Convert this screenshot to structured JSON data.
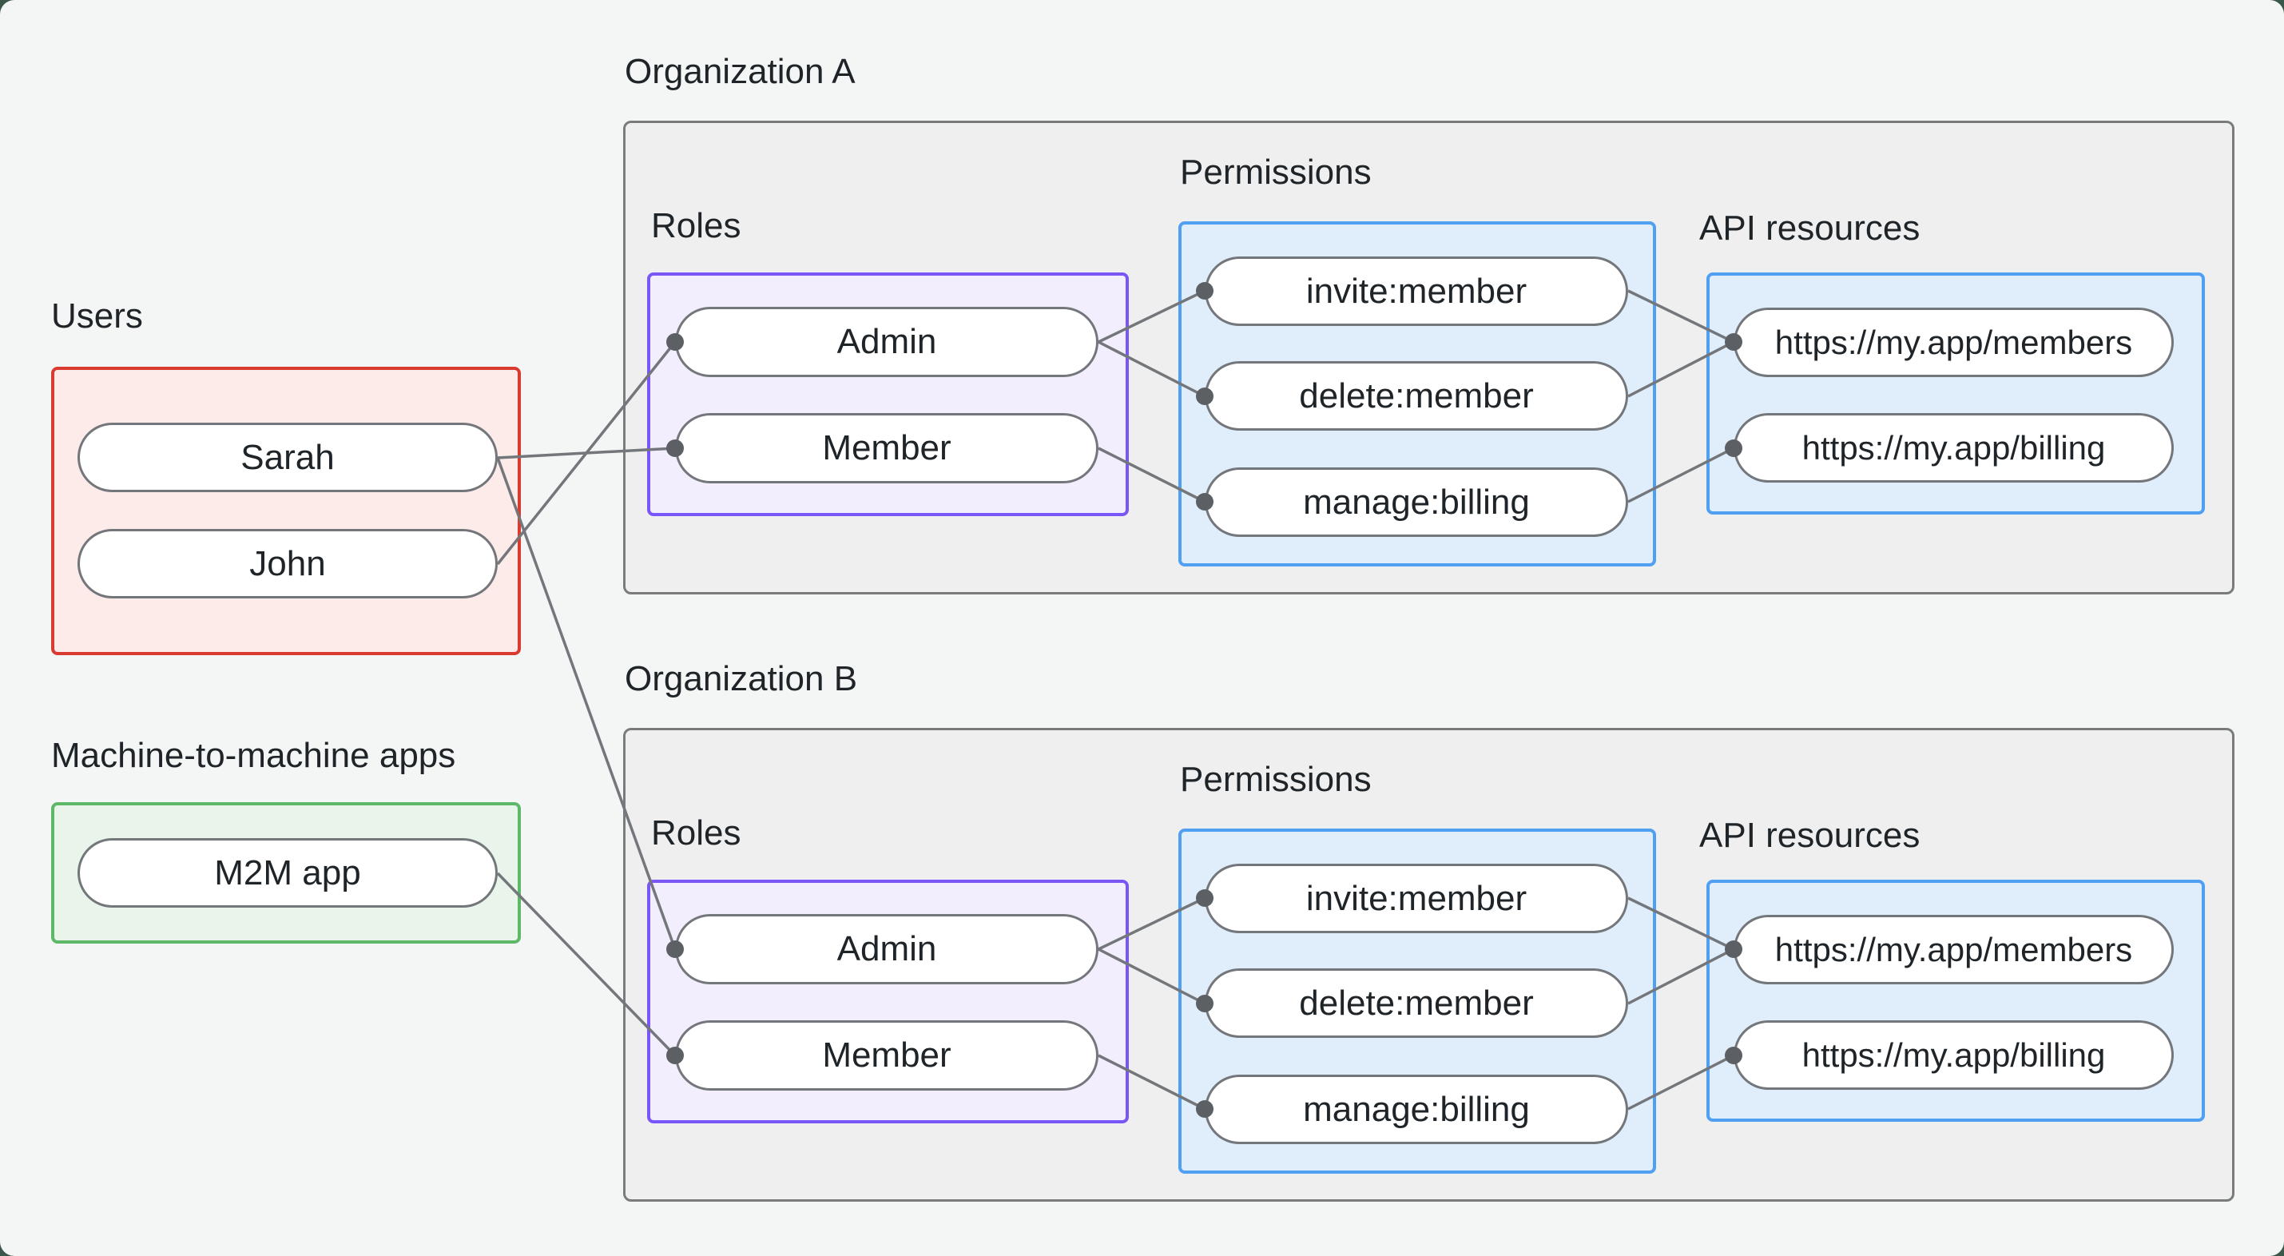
{
  "page": {
    "background": "#f4f6f5",
    "backdrop": "#3a584a"
  },
  "groups": {
    "users": {
      "label": "Users",
      "items": [
        "Sarah",
        "John"
      ]
    },
    "m2m": {
      "label": "Machine-to-machine apps",
      "items": [
        "M2M app"
      ]
    }
  },
  "organizations": [
    {
      "title": "Organization A",
      "sections": {
        "roles_label": "Roles",
        "permissions_label": "Permissions",
        "api_label": "API resources"
      },
      "roles": [
        "Admin",
        "Member"
      ],
      "permissions": [
        "invite:member",
        "delete:member",
        "manage:billing"
      ],
      "api_resources": [
        "https://my.app/members",
        "https://my.app/billing"
      ]
    },
    {
      "title": "Organization B",
      "sections": {
        "roles_label": "Roles",
        "permissions_label": "Permissions",
        "api_label": "API resources"
      },
      "roles": [
        "Admin",
        "Member"
      ],
      "permissions": [
        "invite:member",
        "delete:member",
        "manage:billing"
      ],
      "api_resources": [
        "https://my.app/members",
        "https://my.app/billing"
      ]
    }
  ],
  "connections": [
    {
      "from": "John",
      "to": "Organization A / Admin"
    },
    {
      "from": "Sarah",
      "to": "Organization A / Member"
    },
    {
      "from": "Sarah",
      "to": "Organization B / Admin"
    },
    {
      "from": "M2M app",
      "to": "Organization B / Member"
    },
    {
      "from": "Organization A / Admin",
      "to": "Organization A / invite:member"
    },
    {
      "from": "Organization A / Admin",
      "to": "Organization A / delete:member"
    },
    {
      "from": "Organization A / Member",
      "to": "Organization A / manage:billing"
    },
    {
      "from": "Organization A / invite:member",
      "to": "Organization A / https://my.app/members"
    },
    {
      "from": "Organization A / delete:member",
      "to": "Organization A / https://my.app/members"
    },
    {
      "from": "Organization A / manage:billing",
      "to": "Organization A / https://my.app/billing"
    },
    {
      "from": "Organization B / Admin",
      "to": "Organization B / invite:member"
    },
    {
      "from": "Organization B / Admin",
      "to": "Organization B / delete:member"
    },
    {
      "from": "Organization B / Member",
      "to": "Organization B / manage:billing"
    },
    {
      "from": "Organization B / invite:member",
      "to": "Organization B / https://my.app/members"
    },
    {
      "from": "Organization B / delete:member",
      "to": "Organization B / https://my.app/members"
    },
    {
      "from": "Organization B / manage:billing",
      "to": "Organization B / https://my.app/billing"
    }
  ],
  "colors": {
    "users_border": "#d93b31",
    "users_fill": "#fcebe9",
    "m2m_border": "#5db868",
    "m2m_fill": "#e9f5ea",
    "roles_border": "#7a56f7",
    "roles_fill": "#f3eefe",
    "permissions_border": "#4f9ff3",
    "permissions_fill": "#e0eefb",
    "org_fill": "#efefef",
    "org_border": "#797b7d",
    "node_border": "#73767a",
    "connector_line": "#73767a",
    "endpoint_dot": "#5c6065",
    "text": "#1f2428"
  }
}
